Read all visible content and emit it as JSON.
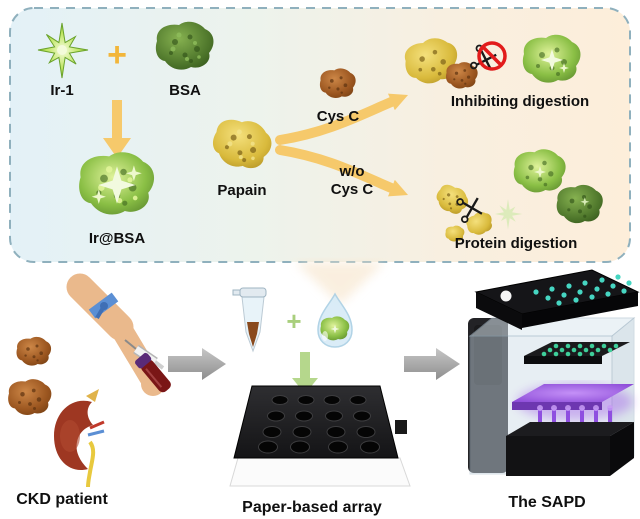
{
  "figure": {
    "panel": {
      "ir1": "Ir-1",
      "plus": "+",
      "bsa": "BSA",
      "ir_at_bsa": "Ir@BSA",
      "papain": "Papain",
      "cys_c": "Cys C",
      "wo_line1": "w/o",
      "wo_line2": "Cys C",
      "inhibiting_digestion": "Inhibiting digestion",
      "protein_digestion": "Protein digestion"
    },
    "workflow": {
      "plus": "+",
      "ckd_patient": "CKD patient",
      "paper_array": "Paper-based array",
      "sapd": "The SAPD"
    },
    "colors": {
      "panel_border": "#8fb0bd",
      "panel_left": "#e3f1f7",
      "panel_right": "#fdeeda",
      "arrow_yellow": "#f6c96b",
      "arrow_gray": "#a6a6a6",
      "arrow_green": "#b5d78c",
      "green_protein": "#6d9c3a",
      "bright_green": "#9ed44a",
      "yellow_protein": "#ddbe3a",
      "brown_protein": "#9c5424",
      "prohibit_red": "#e21b1b",
      "lid_dots": "#46d6c2",
      "plate_dots": "#3ecf9a",
      "purple_glow": "#a465e8"
    }
  }
}
